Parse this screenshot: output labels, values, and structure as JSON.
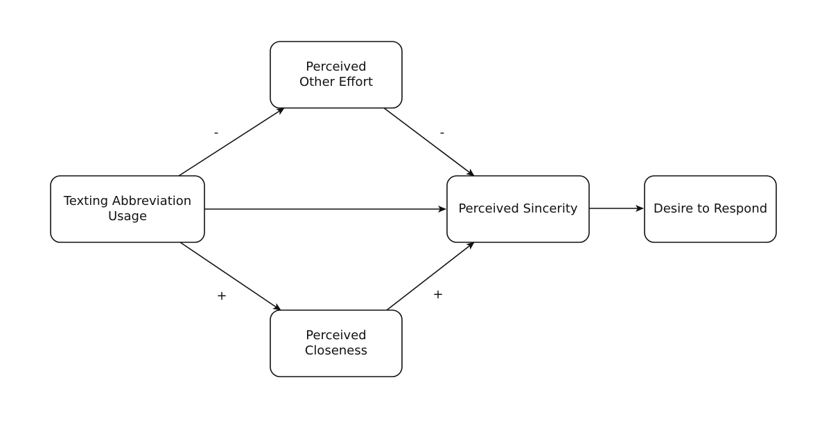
{
  "diagram": {
    "nodes": [
      {
        "id": "usage",
        "lines": [
          "Texting Abbreviation",
          "Usage"
        ]
      },
      {
        "id": "effort",
        "lines": [
          "Perceived",
          "Other Effort"
        ]
      },
      {
        "id": "closeness",
        "lines": [
          "Perceived",
          "Closeness"
        ]
      },
      {
        "id": "sincerity",
        "lines": [
          "Perceived Sincerity"
        ]
      },
      {
        "id": "desire",
        "lines": [
          "Desire to Respond"
        ]
      }
    ],
    "edges": [
      {
        "from": "usage",
        "to": "effort",
        "sign": "-"
      },
      {
        "from": "effort",
        "to": "sincerity",
        "sign": "-"
      },
      {
        "from": "usage",
        "to": "closeness",
        "sign": "+"
      },
      {
        "from": "closeness",
        "to": "sincerity",
        "sign": "+"
      },
      {
        "from": "usage",
        "to": "sincerity",
        "sign": ""
      },
      {
        "from": "sincerity",
        "to": "desire",
        "sign": ""
      }
    ]
  }
}
